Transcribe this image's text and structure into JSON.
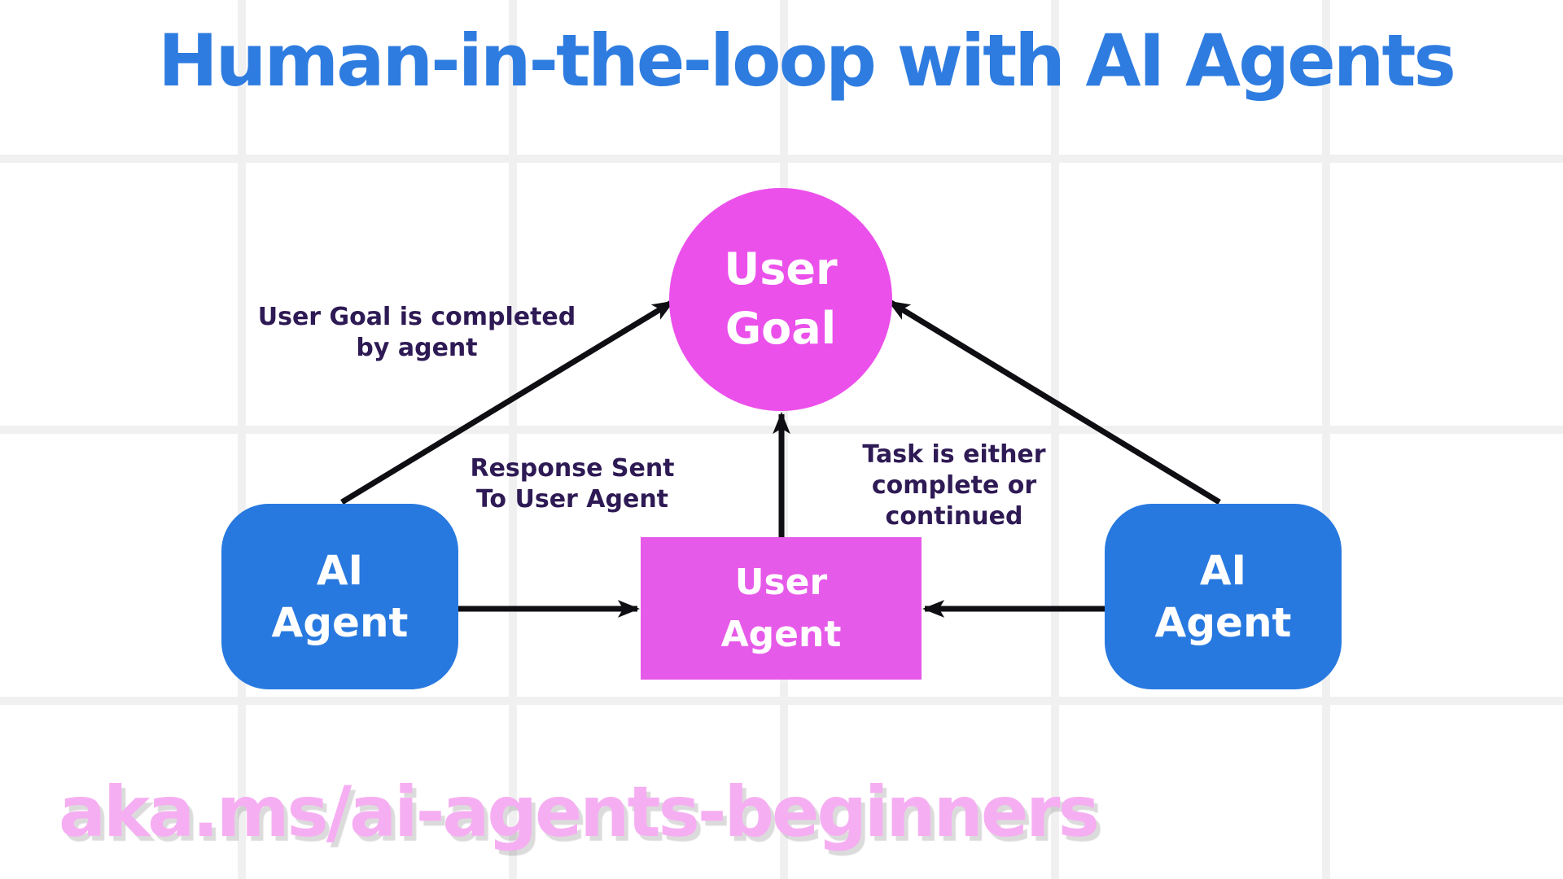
{
  "title": "Human-in-the-loop with AI Agents",
  "nodes": {
    "user_goal": {
      "label": "User\nGoal"
    },
    "ai_agent_left": {
      "label": "AI\nAgent"
    },
    "ai_agent_right": {
      "label": "AI\nAgent"
    },
    "user_agent": {
      "label": "User\nAgent"
    }
  },
  "edge_labels": {
    "goal_completed": "User Goal is completed\nby agent",
    "response_sent": "Response Sent\nTo User Agent",
    "task_status": "Task is either\ncomplete or\ncontinued"
  },
  "footer": {
    "url": "aka.ms/ai-agents-beginners"
  },
  "colors": {
    "title_blue": "#2e7ce0",
    "agent_blue": "#2879df",
    "goal_magenta": "#eb50eb",
    "user_agent_magenta": "#e65ae9",
    "label_purple": "#2e1a54",
    "footer_pink": "#f6aef2",
    "arrow_black": "#0f0f13",
    "grid_gray": "#f0f0f0",
    "background": "#ffffff"
  }
}
